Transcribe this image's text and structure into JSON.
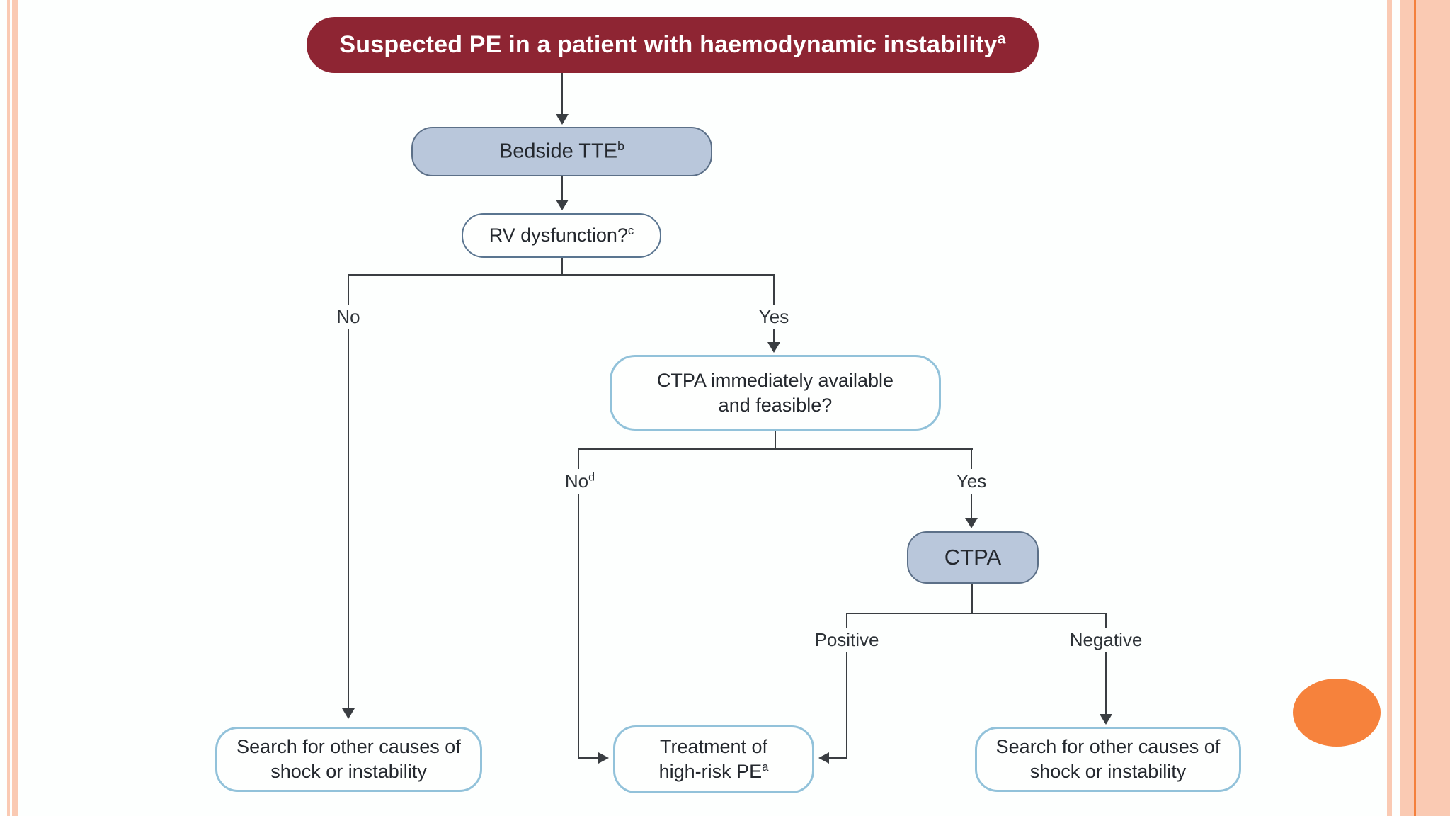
{
  "flowchart": {
    "title": {
      "text": "Suspected PE in a patient with haemodynamic instability",
      "sup": "a"
    },
    "nodes": {
      "tte": {
        "text": "Bedside TTE",
        "sup": "b"
      },
      "rv": {
        "text": "RV dysfunction?",
        "sup": "c"
      },
      "ctpa_avail": {
        "line1": "CTPA immediately available",
        "line2": "and feasible?"
      },
      "ctpa": {
        "text": "CTPA"
      },
      "search_left": {
        "line1": "Search for other causes of",
        "line2": "shock or instability"
      },
      "treatment": {
        "line1": "Treatment of",
        "line2": "high-risk PE",
        "sup": "a"
      },
      "search_right": {
        "line1": "Search for other causes of",
        "line2": "shock or instability"
      }
    },
    "branch_labels": {
      "rv_no": {
        "text": "No"
      },
      "rv_yes": {
        "text": "Yes"
      },
      "avail_no": {
        "text": "No",
        "sup": "d"
      },
      "avail_yes": {
        "text": "Yes"
      },
      "ctpa_positive": {
        "text": "Positive"
      },
      "ctpa_negative": {
        "text": "Negative"
      }
    },
    "colors": {
      "title_bg": "#8E2533",
      "title_text": "#FFFFFF",
      "node_fill_blue": "#B9C7DB",
      "node_border_dark": "#5C7088",
      "node_border_light": "#92C2DA",
      "connector_line": "#3A3E42",
      "accent_ellipse": "#F6823C",
      "frame_peach": "#FACAB3",
      "frame_orange_line": "#F4803C"
    }
  }
}
